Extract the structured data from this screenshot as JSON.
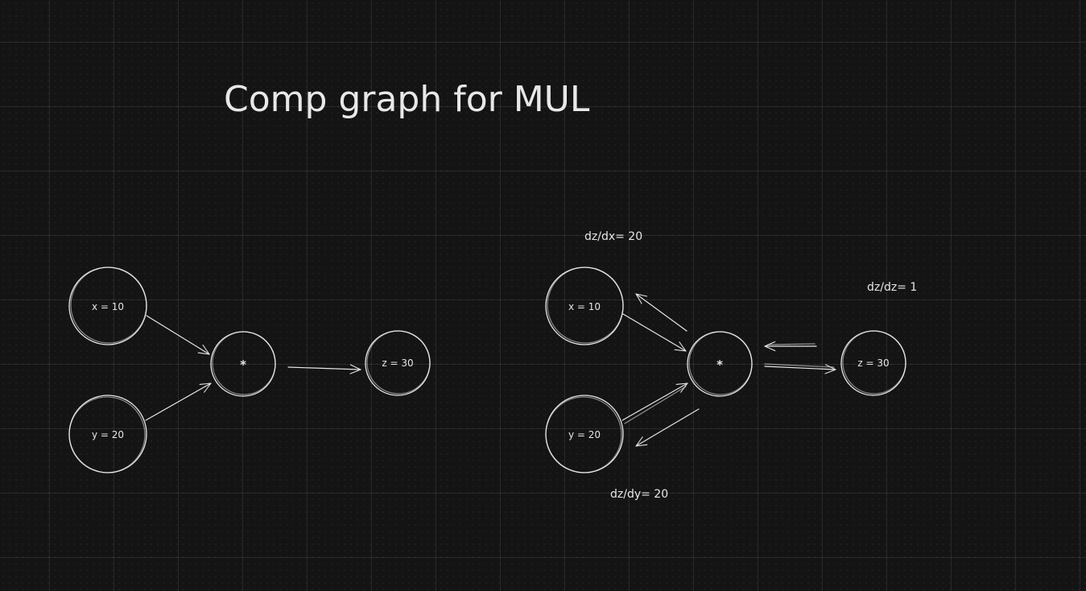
{
  "title": "Comp graph for MUL",
  "colors": {
    "background": "#141414",
    "grid": "#2a2a2a",
    "stroke": "#e6e6e6"
  },
  "forward_graph": {
    "x_node": "x = 10",
    "y_node": "y = 20",
    "op_node": "*",
    "z_node": "z = 30"
  },
  "backward_graph": {
    "x_node": "x = 10",
    "y_node": "y = 20",
    "op_node": "*",
    "z_node": "z = 30",
    "grad_dx": "dz/dx= 20",
    "grad_dy": "dz/dy= 20",
    "grad_dz": "dz/dz= 1"
  }
}
